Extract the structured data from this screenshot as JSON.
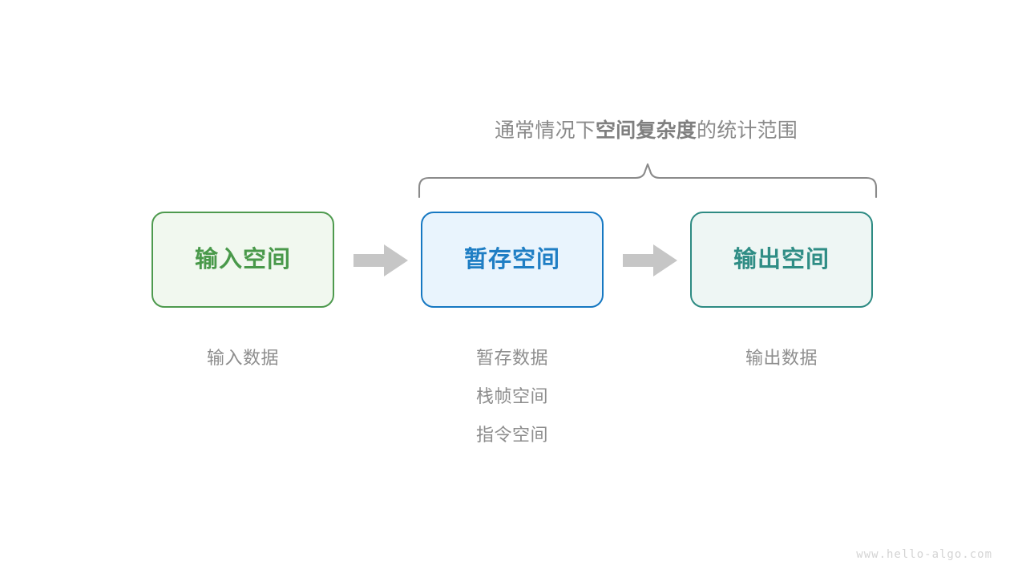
{
  "scope": {
    "caption_prefix": "通常情况下",
    "caption_strong": "空间复杂度",
    "caption_suffix": "的统计范围",
    "brace_name": "scope-brace"
  },
  "flow": {
    "boxes": [
      {
        "key": "input",
        "label": "输入空间",
        "border_color": "#4e9a4e",
        "fill_color": "#f1f8ef",
        "text_color": "#49994a",
        "captions": [
          "输入数据"
        ]
      },
      {
        "key": "temp",
        "label": "暂存空间",
        "border_color": "#1678c2",
        "fill_color": "#e9f4fd",
        "text_color": "#1f7ec4",
        "captions": [
          "暂存数据",
          "栈帧空间",
          "指令空间"
        ]
      },
      {
        "key": "output",
        "label": "输出空间",
        "border_color": "#2e8b83",
        "fill_color": "#eef6f4",
        "text_color": "#2f8d85",
        "captions": [
          "输出数据"
        ]
      }
    ],
    "arrows": [
      {
        "key": "input-to-temp",
        "color": "#c6c6c6"
      },
      {
        "key": "temp-to-output",
        "color": "#c6c6c6"
      }
    ]
  },
  "watermark": {
    "text": "www.hello-algo.com",
    "color": "#d4d4d4"
  },
  "palette": {
    "background": "#ffffff",
    "caption_text": "#8d8d8d",
    "brace_stroke": "#8a8a8a",
    "arrow_fill": "#c6c6c6"
  }
}
